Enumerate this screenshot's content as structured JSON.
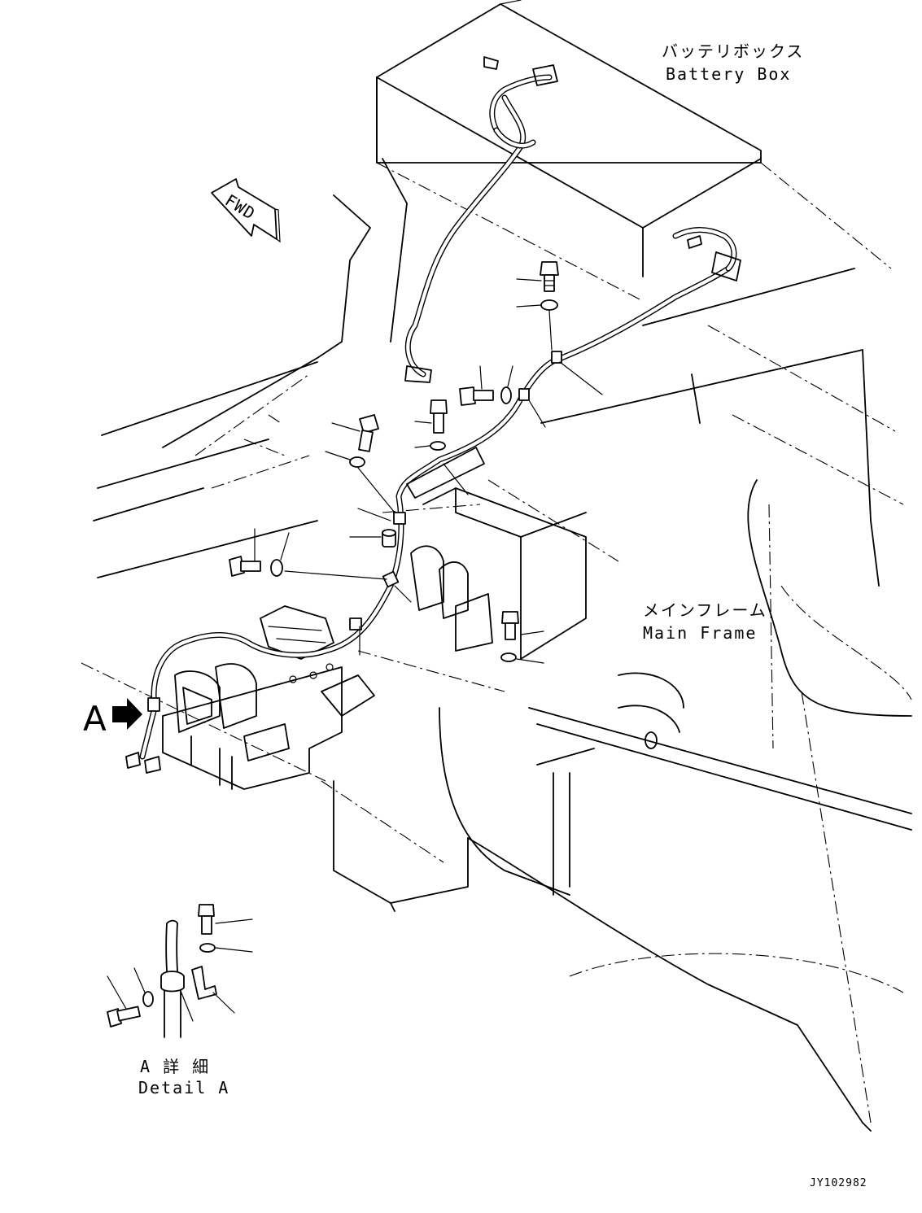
{
  "labels": {
    "battery_box_jp": "バッテリボックス",
    "battery_box_en": "Battery Box",
    "main_frame_jp": "メインフレーム",
    "main_frame_en": "Main Frame",
    "detail_jp": "A 詳 細",
    "detail_en": "Detail A",
    "fwd": "FWD",
    "view_marker": "A",
    "drawing_id": "JY102982"
  }
}
